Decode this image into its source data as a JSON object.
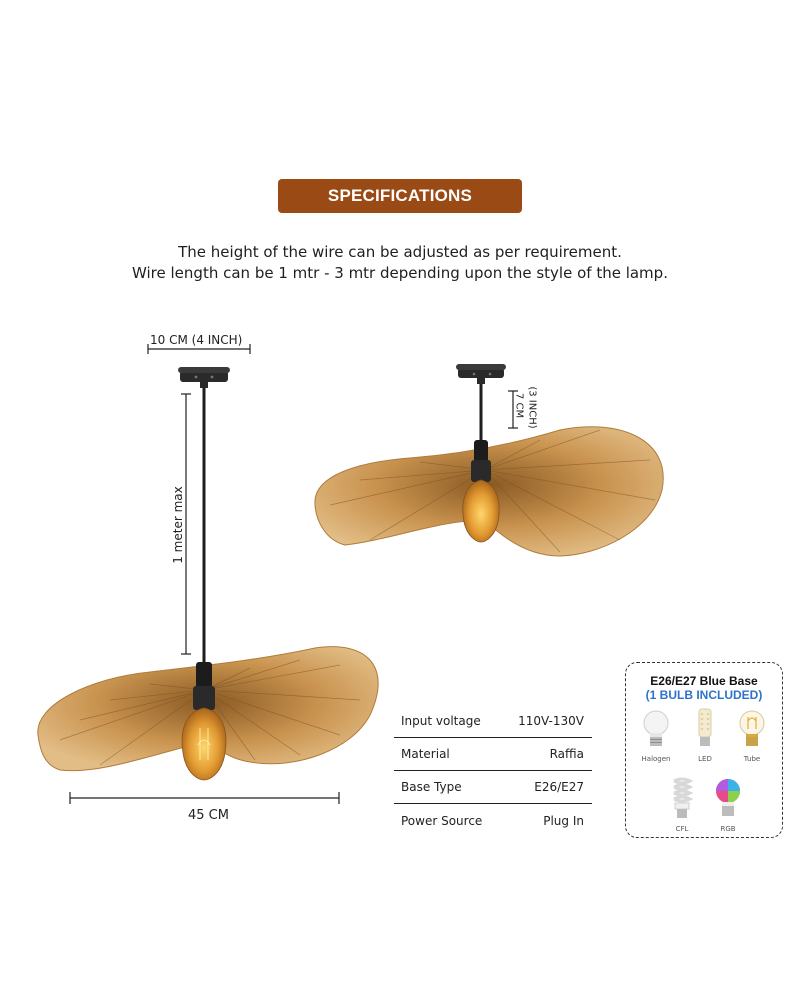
{
  "header": {
    "title": "SPECIFICATIONS"
  },
  "intro": {
    "line1": "The height of the wire can be adjusted as per requirement.",
    "line2": "Wire length can be 1 mtr - 3 mtr depending upon the style of the lamp."
  },
  "dimensions": {
    "canopy_width": "10 CM (4 INCH)",
    "wire_length": "1 meter max",
    "shade_width": "45 CM",
    "canopy_height_cm": "7 CM",
    "canopy_height_in": "(3 INCH)"
  },
  "specs": [
    {
      "label": "Input voltage",
      "value": "110V-130V"
    },
    {
      "label": "Material",
      "value": "Raffia"
    },
    {
      "label": "Base Type",
      "value": "E26/E27"
    },
    {
      "label": "Power Source",
      "value": "Plug In"
    }
  ],
  "bulb_panel": {
    "title": "E26/E27 Blue Base",
    "subtitle": "(1 BULB INCLUDED)",
    "bulbs": [
      {
        "name": "Halogen",
        "icon": "halogen-bulb-icon"
      },
      {
        "name": "LED",
        "icon": "led-bulb-icon"
      },
      {
        "name": "Tube",
        "icon": "tube-bulb-icon"
      },
      {
        "name": "CFL",
        "icon": "cfl-bulb-icon"
      },
      {
        "name": "RGB",
        "icon": "rgb-bulb-icon"
      }
    ]
  },
  "colors": {
    "banner": "#9a4a14",
    "raffia": "#c9934f",
    "bulb_panel_subtitle": "#2e73c9"
  }
}
